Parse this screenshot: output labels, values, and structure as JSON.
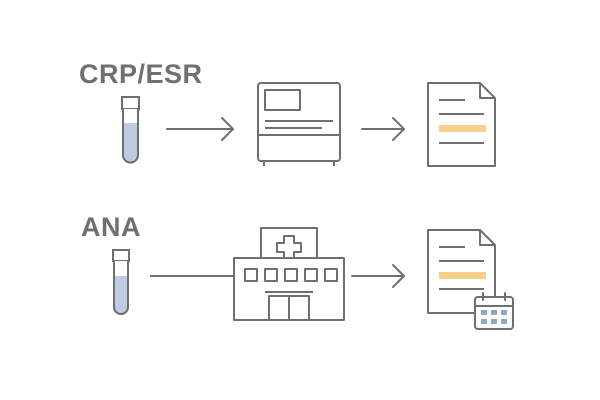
{
  "workflow": {
    "rows": [
      {
        "label": "CRP/ESR",
        "steps": [
          "test-tube",
          "lab-analyzer",
          "results-report"
        ]
      },
      {
        "label": "ANA",
        "steps": [
          "test-tube",
          "hospital",
          "results-report-scheduled"
        ]
      }
    ]
  },
  "colors": {
    "stroke": "#6f6f6f",
    "tube_fill": "#bfcbe0",
    "report_highlight": "#f7cf8a",
    "calendar_accent": "#8fa8c8"
  },
  "icons": [
    "test-tube-icon",
    "arrow-icon",
    "lab-analyzer-icon",
    "document-icon",
    "hospital-icon",
    "calendar-icon"
  ]
}
